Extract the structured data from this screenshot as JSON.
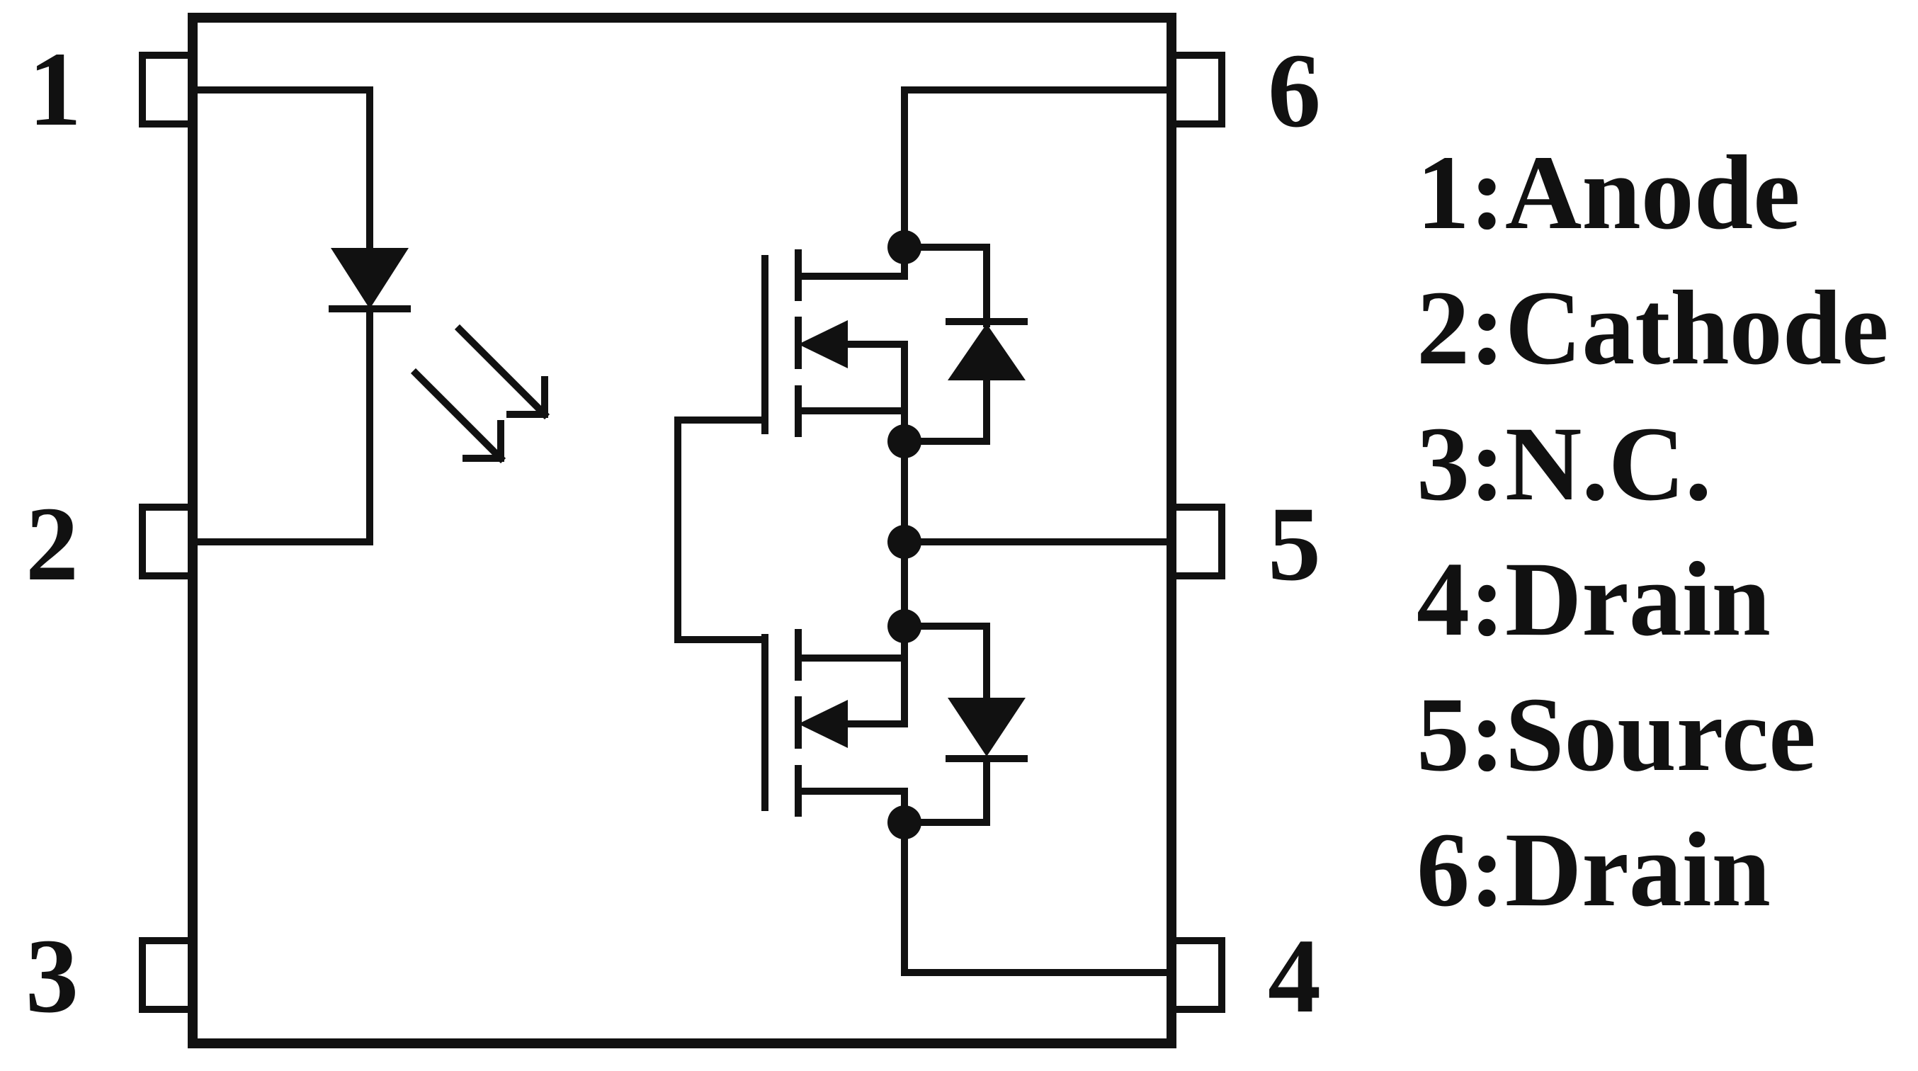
{
  "pins": [
    {
      "number": "1",
      "function": "Anode"
    },
    {
      "number": "2",
      "function": "Cathode"
    },
    {
      "number": "3",
      "function": "N.C."
    },
    {
      "number": "4",
      "function": "Drain"
    },
    {
      "number": "5",
      "function": "Source"
    },
    {
      "number": "6",
      "function": "Drain"
    }
  ],
  "legend": [
    "1:Anode",
    "2:Cathode",
    "3:N.C.",
    "4:Drain",
    "5:Source",
    "6:Drain"
  ]
}
